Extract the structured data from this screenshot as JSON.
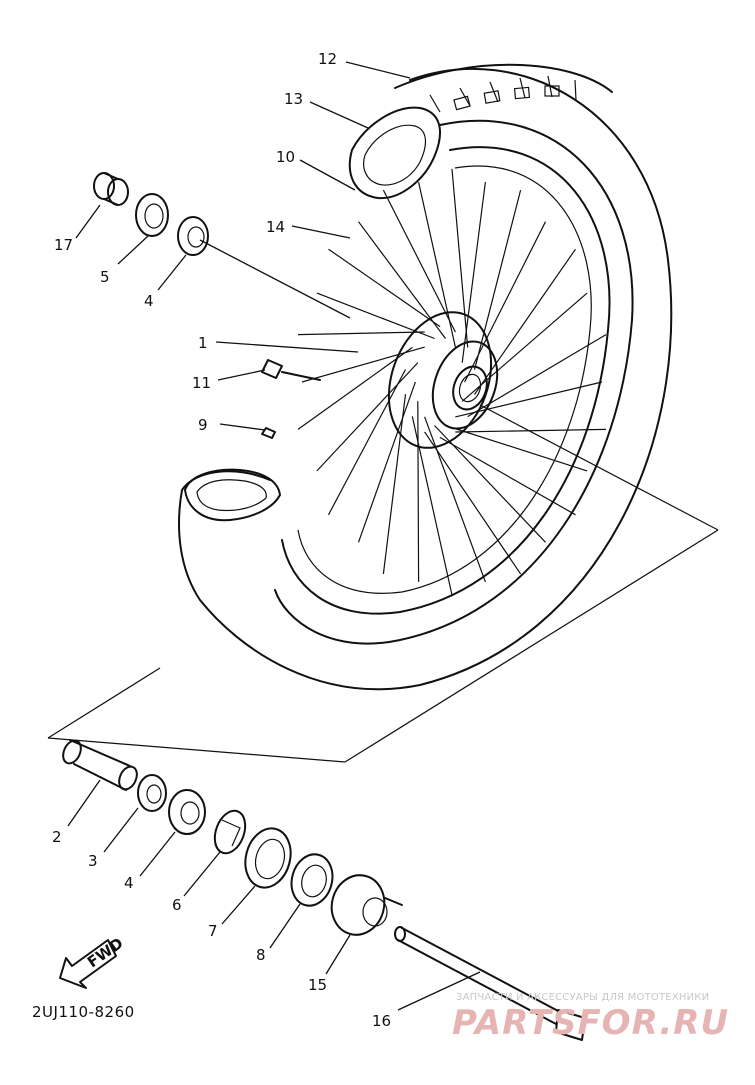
{
  "diagram": {
    "callouts": [
      {
        "id": "1",
        "text": "1"
      },
      {
        "id": "2",
        "text": "2"
      },
      {
        "id": "3",
        "text": "3"
      },
      {
        "id": "4a",
        "text": "4"
      },
      {
        "id": "4b",
        "text": "4"
      },
      {
        "id": "5",
        "text": "5"
      },
      {
        "id": "6",
        "text": "6"
      },
      {
        "id": "7",
        "text": "7"
      },
      {
        "id": "8",
        "text": "8"
      },
      {
        "id": "9",
        "text": "9"
      },
      {
        "id": "10",
        "text": "10"
      },
      {
        "id": "11",
        "text": "11"
      },
      {
        "id": "12",
        "text": "12"
      },
      {
        "id": "13",
        "text": "13"
      },
      {
        "id": "14",
        "text": "14"
      },
      {
        "id": "15",
        "text": "15"
      },
      {
        "id": "16",
        "text": "16"
      },
      {
        "id": "17",
        "text": "17"
      }
    ],
    "diagram_code": "2UJ110-8260",
    "fwd_label": "FWD"
  },
  "watermark": {
    "tagline": "ЗАПЧАСТИ И АКСЕССУАРЫ ДЛЯ МОТОТЕХНИКИ",
    "brand": "PARTSFOR.RU"
  },
  "colors": {
    "line": "#111111",
    "watermark_brand": "#e7b4b4",
    "watermark_text": "#c8c8c8"
  }
}
